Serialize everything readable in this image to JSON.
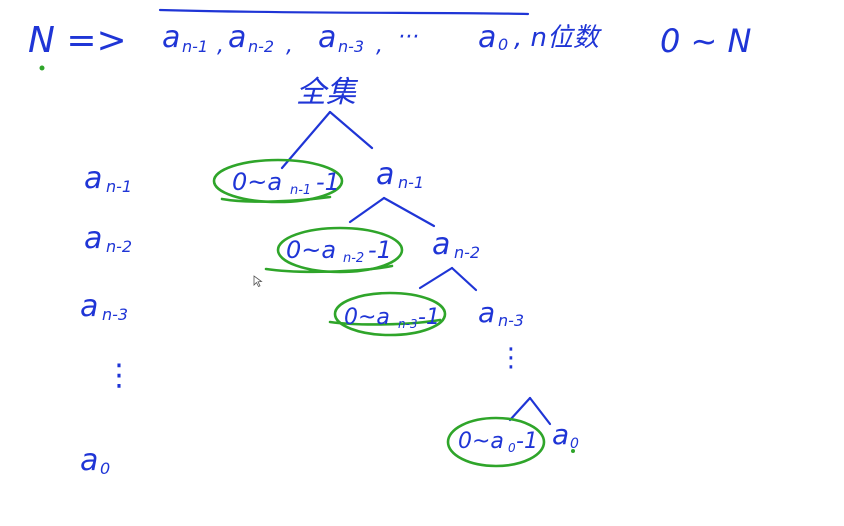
{
  "header": {
    "n_label": "N =>",
    "digits": "a",
    "digit_1": "n-1",
    "sep_1": ",",
    "digit_2_base": "a",
    "digit_2": "n-2",
    "sep_2": ",",
    "digit_3_base": "a",
    "digit_3": "n-3",
    "sep_3": ",",
    "ellipsis": "···",
    "digit_last_base": "a",
    "digit_last": "0",
    "n_digits_note": ", n位数",
    "range": "0 ~ N"
  },
  "tree": {
    "root": "全集",
    "levels": [
      {
        "left_label_base": "a",
        "left_label_sub": "n-1",
        "green": "0~a",
        "green_sub": "n-1",
        "green_tail": "-1",
        "node_base": "a",
        "node_sub": "n-1"
      },
      {
        "left_label_base": "a",
        "left_label_sub": "n-2",
        "green": "0~a",
        "green_sub": "n-2",
        "green_tail": "-1",
        "node_base": "a",
        "node_sub": "n-2"
      },
      {
        "left_label_base": "a",
        "left_label_sub": "n-3",
        "green": "0~a",
        "green_sub": "n-3",
        "green_tail": "-1",
        "node_base": "a",
        "node_sub": "n-3"
      },
      {
        "left_label_base": "a",
        "left_label_sub": "0",
        "green": "0~a",
        "green_sub": "0",
        "green_tail": "-1",
        "node_base": "a",
        "node_sub": "0"
      }
    ],
    "vdots": "⋮"
  },
  "colors": {
    "ink": "#1f35d6",
    "highlight": "#2fa52a",
    "background": "#ffffff"
  }
}
